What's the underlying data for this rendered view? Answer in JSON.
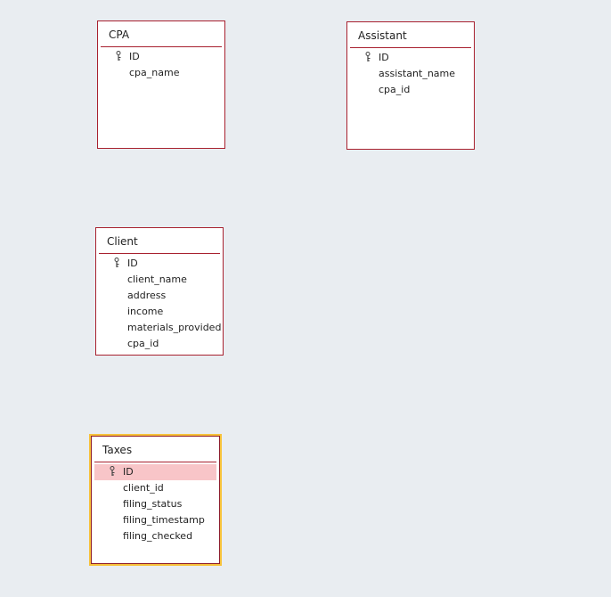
{
  "tables": {
    "cpa": {
      "title": "CPA",
      "fields": [
        "ID",
        "cpa_name"
      ],
      "primary_key": "ID"
    },
    "assistant": {
      "title": "Assistant",
      "fields": [
        "ID",
        "assistant_name",
        "cpa_id"
      ],
      "primary_key": "ID"
    },
    "client": {
      "title": "Client",
      "fields": [
        "ID",
        "client_name",
        "address",
        "income",
        "materials_provided",
        "cpa_id"
      ],
      "primary_key": "ID"
    },
    "taxes": {
      "title": "Taxes",
      "fields": [
        "ID",
        "client_id",
        "filing_status",
        "filing_timestamp",
        "filing_checked"
      ],
      "primary_key": "ID",
      "selected": true,
      "highlighted_field": "ID"
    }
  },
  "icons": {
    "primary_key": "key-icon"
  },
  "colors": {
    "canvas_background": "#e9edf1",
    "table_border": "#a8212f",
    "selection_outline": "#f7c23a",
    "row_highlight": "#f8c5c8"
  }
}
